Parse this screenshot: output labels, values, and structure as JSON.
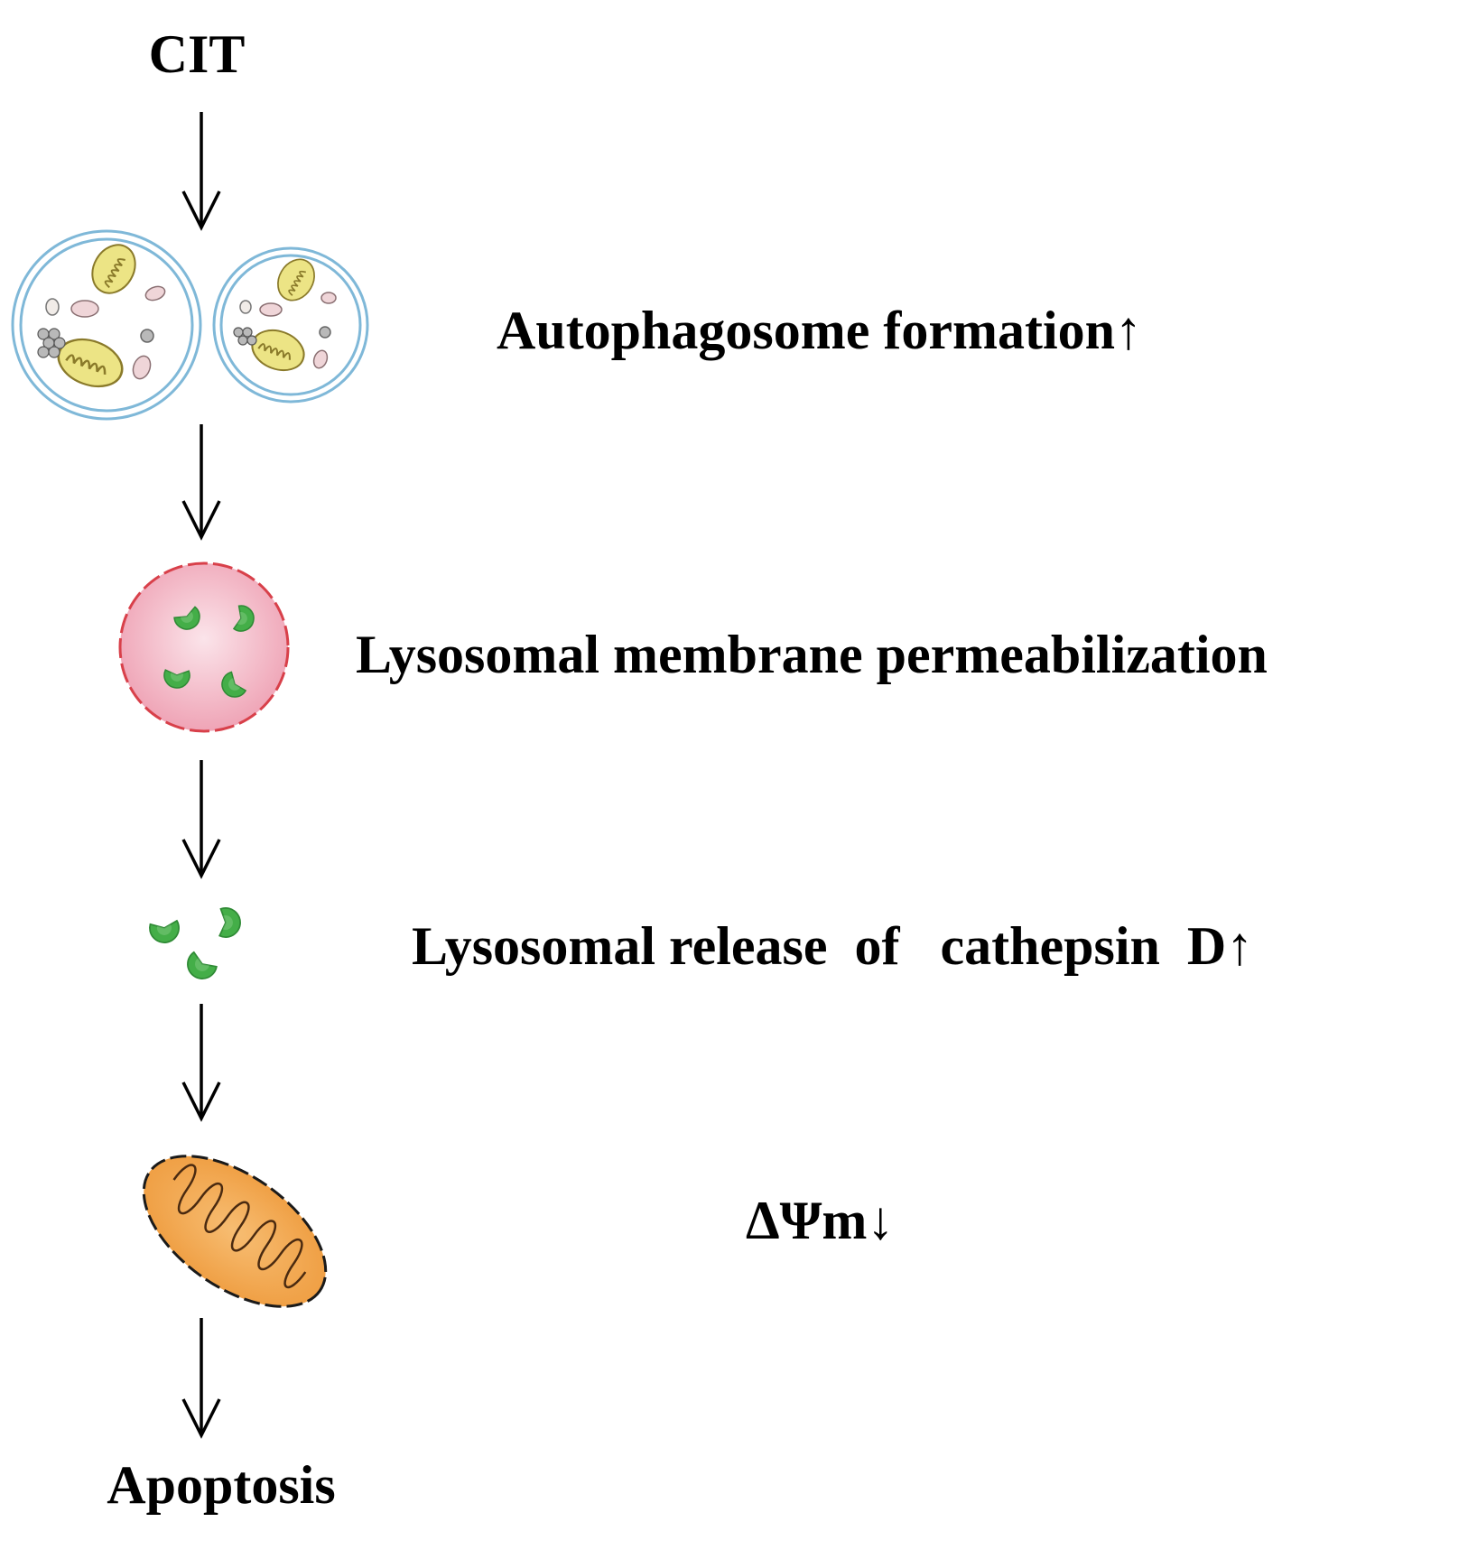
{
  "diagram": {
    "start_label": "CIT",
    "end_label": "Apoptosis",
    "steps": [
      {
        "icon": "autophagosome-icon",
        "label": "Autophagosome formation↑"
      },
      {
        "icon": "lysosome-icon",
        "label": "Lysosomal membrane permeabilization"
      },
      {
        "icon": "cathepsin-d-icon",
        "label": "Lysosomal release  of   cathepsin  D↑"
      },
      {
        "icon": "mitochondrion-icon",
        "label": "ΔΨm↓"
      }
    ]
  },
  "colors": {
    "autophagosome_membrane": "#7fb8d8",
    "mitochondrion_small": "#e8e08a",
    "lysosome_fill": "#f4b5c2",
    "lysosome_border": "#d8404a",
    "cathepsin_green": "#47b04a",
    "mitochondrion_large": "#f3a54c"
  }
}
